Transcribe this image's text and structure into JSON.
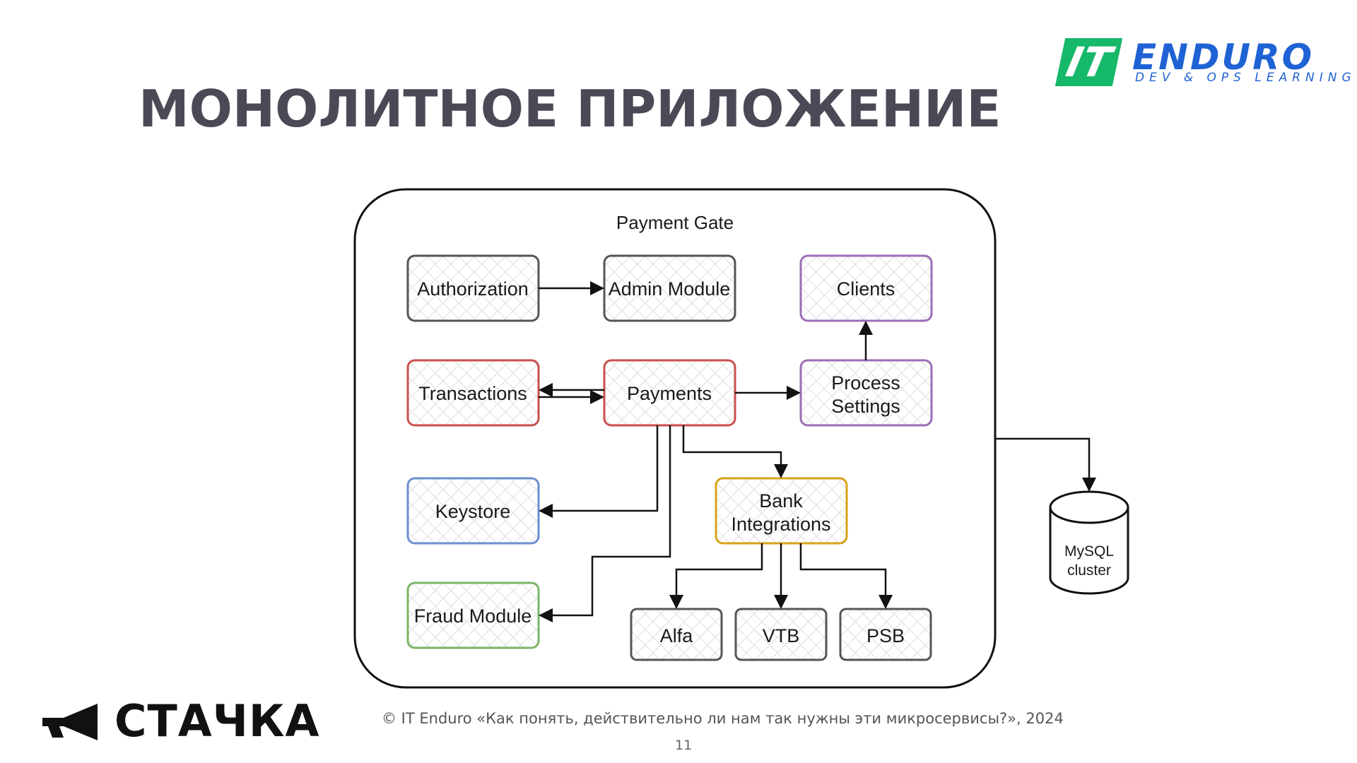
{
  "slide": {
    "title": "МОНОЛИТНОЕ ПРИЛОЖЕНИЕ",
    "footer": "© IT Enduro «Как понять, действительно ли нам так нужны эти микросервисы?», 2024",
    "page_number": "11"
  },
  "brand": {
    "it": "IT",
    "enduro": "ENDURO",
    "tagline": "DEV & OPS LEARNING",
    "green": "#16b86a",
    "blue": "#1f62d4"
  },
  "partner": {
    "name": "СТАЧКА",
    "icon": "megaphone-icon"
  },
  "diagram": {
    "container_label": "Payment Gate",
    "nodes": {
      "authorization": {
        "label": "Authorization",
        "color": "#555555"
      },
      "admin_module": {
        "label": "Admin Module",
        "color": "#555555"
      },
      "clients": {
        "label": "Clients",
        "color": "#9b6eb6"
      },
      "transactions": {
        "label": "Transactions",
        "color": "#c9504d"
      },
      "payments": {
        "label": "Payments",
        "color": "#c9504d"
      },
      "process_settings": {
        "lines": [
          "Process",
          "Settings"
        ],
        "color": "#9b6eb6"
      },
      "keystore": {
        "label": "Keystore",
        "color": "#6c8ed0"
      },
      "bank_integrations": {
        "lines": [
          "Bank",
          "Integrations"
        ],
        "color": "#d9a21a"
      },
      "fraud_module": {
        "label": "Fraud Module",
        "color": "#7ab567"
      },
      "alfa": {
        "label": "Alfa",
        "color": "#555555"
      },
      "vtb": {
        "label": "VTB",
        "color": "#555555"
      },
      "psb": {
        "label": "PSB",
        "color": "#555555"
      },
      "mysql": {
        "lines": [
          "MySQL",
          "cluster"
        ],
        "color": "#111111"
      }
    }
  }
}
